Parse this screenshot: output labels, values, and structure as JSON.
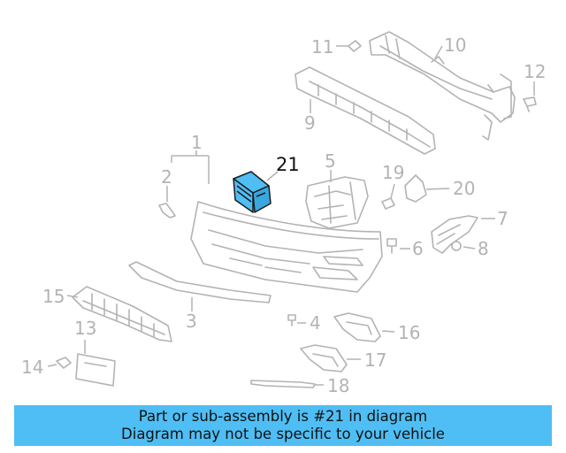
{
  "colors": {
    "highlight": "#4fbef4",
    "line": "#b3b3b3",
    "caption_bg": "#4fbef4"
  },
  "callouts": {
    "c1": "1",
    "c2": "2",
    "c3": "3",
    "c4": "4",
    "c5": "5",
    "c6": "6",
    "c7": "7",
    "c8": "8",
    "c9": "9",
    "c10": "10",
    "c11": "11",
    "c12": "12",
    "c13": "13",
    "c14": "14",
    "c15": "15",
    "c16": "16",
    "c17": "17",
    "c18": "18",
    "c19": "19",
    "c20": "20",
    "c21": "21"
  },
  "caption": {
    "line1": "Part or sub-assembly is #21 in diagram",
    "line2": "Diagram may not be specific to your vehicle"
  }
}
